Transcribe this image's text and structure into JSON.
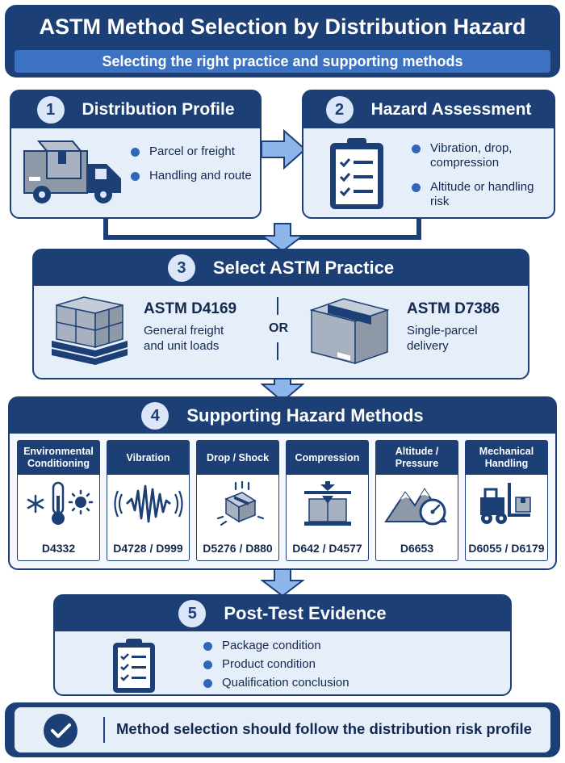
{
  "title": "ASTM Method Selection by Distribution Hazard",
  "subtitle": "Selecting the right practice and supporting methods",
  "step1": {
    "number": "1",
    "title": "Distribution Profile",
    "bullets": [
      "Parcel or freight",
      "Handling and route"
    ]
  },
  "step2": {
    "number": "2",
    "title": "Hazard Assessment",
    "bullets": [
      "Vibration, drop, compression",
      "Altitude or handling risk"
    ]
  },
  "step3": {
    "number": "3",
    "title": "Select ASTM Practice",
    "option_a": {
      "code": "ASTM D4169",
      "desc": "General freight and unit loads"
    },
    "or": "OR",
    "option_b": {
      "code": "ASTM D7386",
      "desc": "Single-parcel delivery"
    }
  },
  "step4": {
    "number": "4",
    "title": "Supporting Hazard Methods",
    "methods": [
      {
        "label": "Environmental Conditioning",
        "code": "D4332",
        "icon": "thermometer-icon"
      },
      {
        "label": "Vibration",
        "code": "D4728 / D999",
        "icon": "vibration-wave-icon"
      },
      {
        "label": "Drop / Shock",
        "code": "D5276 / D880",
        "icon": "dropping-box-icon"
      },
      {
        "label": "Compression",
        "code": "D642 / D4577",
        "icon": "compression-press-icon"
      },
      {
        "label": "Altitude / Pressure",
        "code": "D6653",
        "icon": "mountain-gauge-icon"
      },
      {
        "label": "Mechanical Handling",
        "code": "D6055 / D6179",
        "icon": "forklift-icon"
      }
    ]
  },
  "step5": {
    "number": "5",
    "title": "Post-Test Evidence",
    "bullets": [
      "Package condition",
      "Product condition",
      "Qualification conclusion"
    ]
  },
  "footer": "Method selection should follow the distribution risk profile",
  "colors": {
    "navy": "#1c3f75",
    "panel": "#e6eefa",
    "accent": "#3b72c2"
  }
}
